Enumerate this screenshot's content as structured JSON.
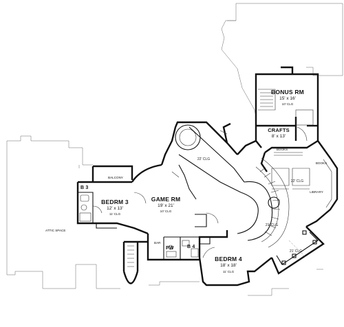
{
  "rooms": {
    "game_rm": {
      "name": "GAME RM",
      "size": "19' x 21'",
      "clg": "10' CLG"
    },
    "bedrm3": {
      "name": "BEDRM 3",
      "size": "12' x 13'",
      "clg": "11' CLG"
    },
    "bedrm4": {
      "name": "BEDRM 4",
      "size": "18' x 18'",
      "clg": "11' CLG"
    },
    "bonus_rm": {
      "name": "BONUS RM",
      "size": "15' x 16'",
      "clg": "10' CLG"
    },
    "crafts": {
      "name": "CRAFTS",
      "size": "8' x 13'"
    },
    "b3": {
      "name": "B 3"
    },
    "b4": {
      "name": "B 4"
    },
    "pw": {
      "name": "PW"
    },
    "bar": {
      "name": "BAR"
    },
    "balcony": {
      "name": "BALCONY"
    },
    "attic": {
      "name": "ATTIC SPACE"
    },
    "library": {
      "name": "LIBRARY"
    },
    "books_left": {
      "name": "BOOKS"
    },
    "books_right": {
      "name": "BOOKS"
    }
  },
  "ceilings": {
    "stair_hall": "22' CLG",
    "library": "22' CLG",
    "gallery": "21' CLG",
    "bay": "21' CLG"
  }
}
